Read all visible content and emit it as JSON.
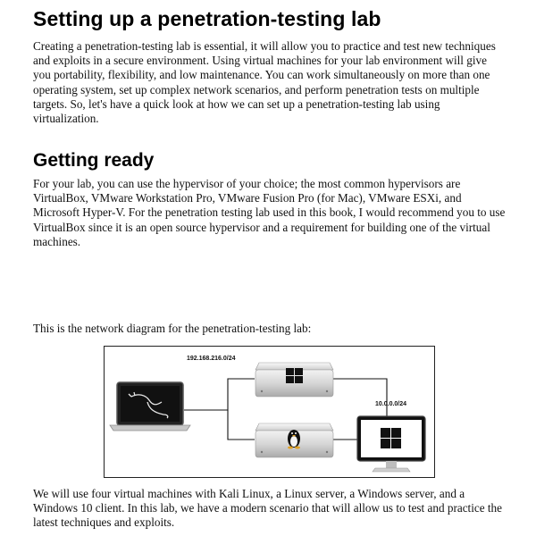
{
  "document": {
    "heading_main": "Setting up a penetration-testing lab",
    "paragraph_intro": "Creating a penetration-testing lab is essential, it will allow you to practice and test new techniques and exploits in a secure environment. Using virtual machines for your lab environment will give you portability, flexibility, and low maintenance. You can work simultaneously on more than one operating system, set up complex network scenarios, and perform penetration tests on multiple targets. So, let's have a quick look at how we can set up a penetration-testing lab using virtualization.",
    "heading_getting_ready": "Getting ready",
    "paragraph_getting_ready": "For your lab, you can use the hypervisor of your choice; the most common hypervisors are VirtualBox, VMware Workstation Pro, VMware Fusion Pro (for Mac), VMware ESXi, and Microsoft Hyper-V. For the penetration testing lab used in this book, I would recommend you to use VirtualBox since it is an open source hypervisor and a requirement for building one of the virtual machines.",
    "paragraph_diagram_caption": "This is the network diagram for the penetration-testing lab:",
    "paragraph_outro": "We will use four virtual machines with Kali Linux, a Linux server, a Windows server, and a Windows 10 client. In this lab, we have a modern scenario that will allow us to test and practice the latest techniques and exploits."
  },
  "diagram": {
    "network_label_1": "192.168.216.0/24",
    "network_label_2": "10.0.0.0/24",
    "nodes": [
      "kali-laptop",
      "windows-server",
      "linux-server",
      "windows-10-client"
    ],
    "icons": [
      "kali-dragon-icon",
      "windows-logo-icon",
      "tux-penguin-icon",
      "windows-logo-icon"
    ]
  }
}
